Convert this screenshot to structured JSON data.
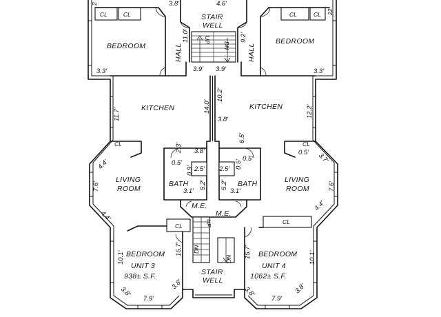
{
  "rooms": {
    "bedroom_top_left": "BEDROOM",
    "bedroom_top_right": "BEDROOM",
    "kitchen_left": "KITCHEN",
    "kitchen_right": "KITCHEN",
    "living_left_1": "LIVING",
    "living_left_2": "ROOM",
    "living_right_1": "LIVING",
    "living_right_2": "ROOM",
    "bath_left": "BATH",
    "bath_right": "BATH",
    "bedroom_bottom_left": "BEDROOM",
    "bedroom_bottom_right": "BEDROOM",
    "stair_top_1": "STAIR",
    "stair_top_2": "WELL",
    "stair_bottom_1": "STAIR",
    "stair_bottom_2": "WELL",
    "hall_left": "HALL",
    "hall_right": "HALL",
    "me_left": "M.E.",
    "me_right": "M.E."
  },
  "closets": {
    "cl_tl_1": "CL",
    "cl_tl_2": "CL",
    "cl_tr": "CL",
    "cl_tr_2": "CL",
    "cl_ml": "CL",
    "cl_mr": "CL",
    "cl_bl": "CL",
    "cl_br": "CL"
  },
  "units": {
    "unit3_name": "UNIT 3",
    "unit3_area": "938± S.F.",
    "unit4_name": "UNIT 4",
    "unit4_area": "1062± S.F."
  },
  "stairs": {
    "up_top": "UP",
    "dn_top": "DN",
    "up_bottom": "UP",
    "dn_bottom_1": "DN",
    "dn_bottom_2": "DN"
  },
  "dimensions": {
    "d_3_8_top": "3.8'",
    "d_4_6_top": "4.6'",
    "d_2_top": "2",
    "d_22_top": "22",
    "d_11_0": "11.0'",
    "d_9_2": "9.2'",
    "d_3_3_left": "3.3'",
    "d_3_3_right": "3.3'",
    "d_3_9_left": "3.9'",
    "d_3_9_right": "3.9'",
    "d_11_7": "11.7'",
    "d_14_0": "14.0'",
    "d_10_2": "10.2'",
    "d_12_2": "12.2'",
    "d_3_8_mid": "3.8'",
    "d_6_5": "6.5'",
    "d_2_3": "2.3'",
    "d_3_8_low": "3.8'",
    "d_0_5_l": "0.5'",
    "d_0_9": "0.9'",
    "d_2_5_l": "2.5'",
    "d_5_2_l": "5.2'",
    "d_3_1_l": "3.1'",
    "d_2_5_r": "2.5'",
    "d_0_5_r1": "0.5'",
    "d_0_5_r2": "0.5'",
    "d_5_2_r": "5.2'",
    "d_3_1_r": "3.1'",
    "d_0_5_far": "0.5'",
    "d_4_4_tl": "4.4'",
    "d_7_6_l": "7.6'",
    "d_4_4_bl": "4.4'",
    "d_3_7_tr": "3.7'",
    "d_7_6_r": "7.6'",
    "d_4_4_br": "4.4'",
    "d_10_1_l": "10.1'",
    "d_15_7_l": "15.7'",
    "d_3_8_bl": "3.8'",
    "d_7_9_l": "7.9'",
    "d_3_8_bl2": "3.8'",
    "d_15_7_r": "15.7'",
    "d_10_1_r": "10.1'",
    "d_3_8_br": "3.8'",
    "d_7_9_r": "7.9'",
    "d_3_8_br2": "3.8'"
  }
}
